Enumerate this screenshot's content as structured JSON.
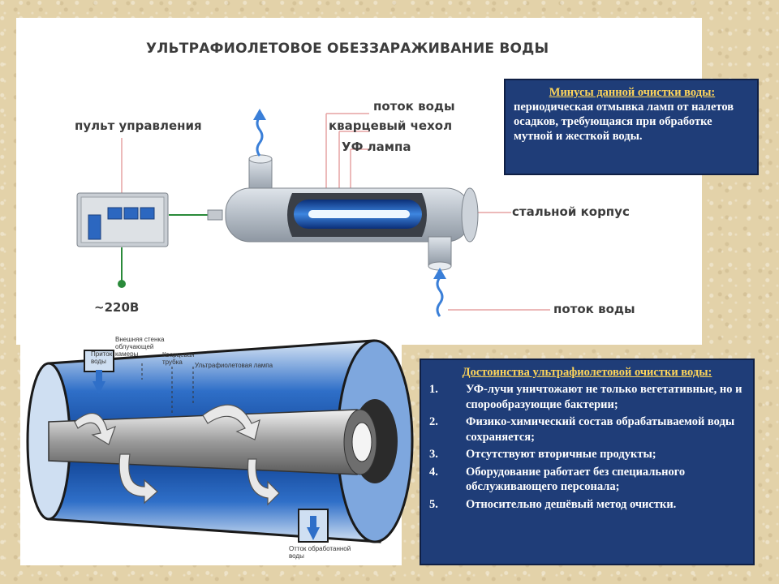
{
  "diagram": {
    "heading": "УЛЬТРАФИОЛЕТОВОЕ ОБЕЗЗАРАЖИВАНИЕ ВОДЫ",
    "labels": {
      "control_panel": "пульт управления",
      "voltage": "~220В",
      "water_flow_out": "поток воды",
      "quartz_sleeve": "кварцевый чехол",
      "uv_lamp": "УФ лампа",
      "steel_body": "стальной корпус",
      "water_flow_in": "поток воды"
    },
    "cutaway_labels": {
      "inlet": "Приток воды",
      "outer_wall": "Внешняя стенка облучающей камеры",
      "quartz_tube": "Кварцевая трубка",
      "uv_lamp": "Ультрафиолетовая лампа",
      "outlet": "Отток обработанной воды"
    }
  },
  "minuses": {
    "title": "Минусы данной очистки воды:",
    "text": "периодическая отмывка ламп от налетов осадков, требующаяся при обработке мутной и жесткой воды."
  },
  "advantages": {
    "title": "Достоинства ультрафиолетовой очистки воды:",
    "items": [
      {
        "num": "1.",
        "text": "УФ-лучи уничтожают не только вегетативные, но и спорообразующие бактерии;"
      },
      {
        "num": "2.",
        "text": "Физико-химический состав обрабатываемой воды сохраняется;"
      },
      {
        "num": "3.",
        "text": "Отсутствуют вторичные продукты;"
      },
      {
        "num": "4.",
        "text": "Оборудование работает без специального обслуживающего персонала;"
      },
      {
        "num": "5.",
        "text": "Относительно дешёвый метод очистки."
      }
    ]
  },
  "colors": {
    "box_background": "#1f3d78",
    "box_title": "#ffd65a",
    "water_blue": "#2f6fc8",
    "pointer_line": "#e6a2a2"
  }
}
